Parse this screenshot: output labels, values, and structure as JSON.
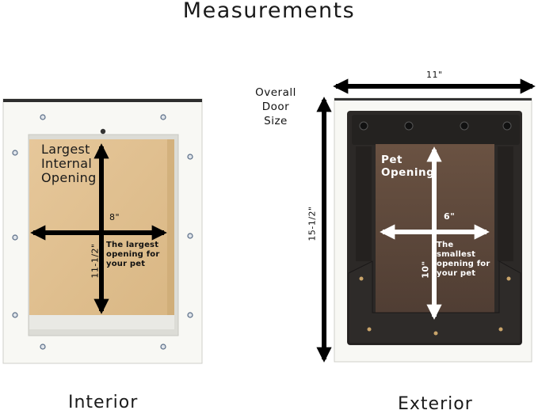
{
  "title": "Measurements",
  "interior": {
    "caption": "Interior",
    "label": "Largest Internal Opening",
    "width": "8\"",
    "height": "11-1/2\"",
    "note": "The largest opening for your pet"
  },
  "exterior": {
    "caption": "Exterior",
    "label": "Pet Opening",
    "width": "6\"",
    "height": "10\"",
    "note": "The smallest opening for your pet"
  },
  "overall": {
    "label": "Overall Door Size",
    "width": "11\"",
    "height": "15-1/2\""
  },
  "colors": {
    "flap_interior": "#e0c090",
    "flap_exterior": "#5a4538",
    "frame_exterior": "#2a2725",
    "frame_white": "#f7f7f3",
    "arrow": "#000000"
  }
}
